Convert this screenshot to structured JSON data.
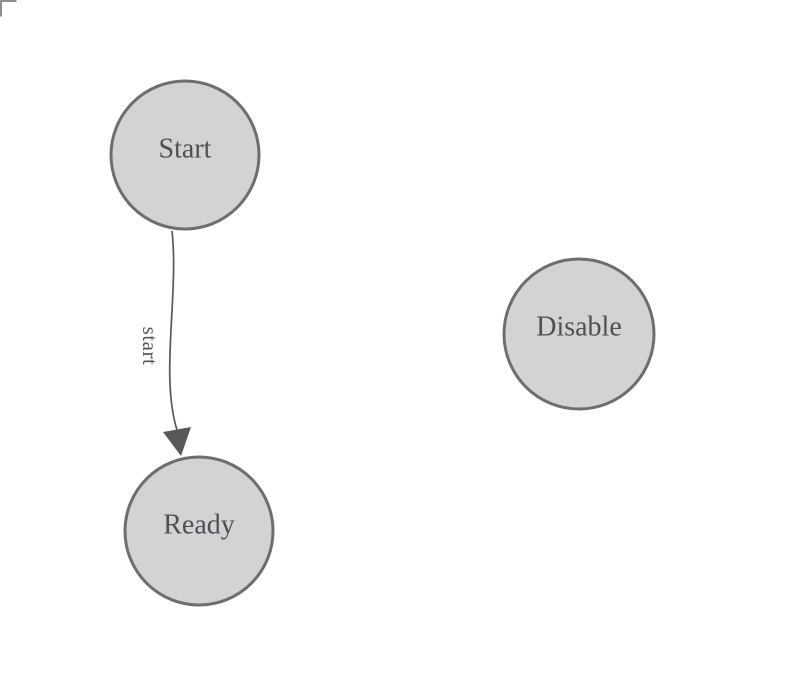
{
  "diagram": {
    "type": "finite-state-machine",
    "states": [
      {
        "id": "start",
        "label": "Start"
      },
      {
        "id": "ready",
        "label": "Ready"
      },
      {
        "id": "disable",
        "label": "Disable"
      }
    ],
    "transitions": [
      {
        "from": "start",
        "to": "ready",
        "label": "start"
      }
    ],
    "colors": {
      "background": "#ffffff",
      "state_fill": "#d3d3d3",
      "state_stroke": "#6e6e6e",
      "state_label": "#4d5156",
      "edge_stroke": "#595959",
      "edge_label": "#54575c",
      "origin_corner": "#696969"
    }
  }
}
